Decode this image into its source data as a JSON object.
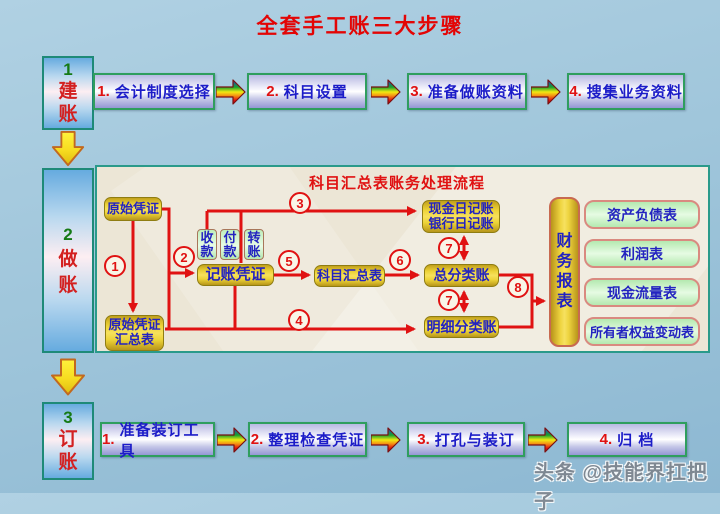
{
  "title": "全套手工账三大步骤",
  "sidebar": {
    "steps": [
      {
        "num": "1",
        "char1": "建",
        "char2": "账"
      },
      {
        "num": "2",
        "char1": "做",
        "char2": "账"
      },
      {
        "num": "3",
        "char1": "订",
        "char2": "账"
      }
    ]
  },
  "top_row": {
    "steps": [
      {
        "num": "1.",
        "label": "会计制度选择"
      },
      {
        "num": "2.",
        "label": "科目设置"
      },
      {
        "num": "3.",
        "label": "准备做账资料"
      },
      {
        "num": "4.",
        "label": "搜集业务资料"
      }
    ]
  },
  "bottom_row": {
    "steps": [
      {
        "num": "1.",
        "label": "准备装订工具"
      },
      {
        "num": "2.",
        "label": "整理检查凭证"
      },
      {
        "num": "3.",
        "label": "打孔与装订"
      },
      {
        "num": "4.",
        "label": "归 档"
      }
    ]
  },
  "panel": {
    "title": "科目汇总表账务处理流程",
    "nodes": {
      "original_voucher": "原始凭证",
      "original_voucher_summary_line1": "原始凭证",
      "original_voucher_summary_line2": "汇总表",
      "receipt": "收款",
      "payment": "付款",
      "transfer": "转账",
      "journal_voucher": "记账凭证",
      "account_summary": "科目汇总表",
      "cash_journal_line1": "现金日记账",
      "cash_journal_line2": "银行日记账",
      "general_ledger": "总分类账",
      "subsidiary_ledger": "明细分类账",
      "financial_statements": "财务报表",
      "reports": [
        "资产负债表",
        "利润表",
        "现金流量表",
        "所有者权益变动表"
      ]
    },
    "step_numbers": [
      "1",
      "2",
      "3",
      "4",
      "5",
      "6",
      "7",
      "7",
      "8"
    ]
  },
  "watermark": "头条 @技能界扛把子",
  "colors": {
    "accent_red": "#e01212",
    "text_blue": "#2323c0",
    "node_gold": "#f0d53c",
    "panel_bg": "#ece6d6",
    "panel_border_teal": "#2a9a8a",
    "page_bg_blue": "#a0c6db",
    "report_green": "#c8f2c4",
    "flow_box_border_green": "#2f9e5e"
  }
}
